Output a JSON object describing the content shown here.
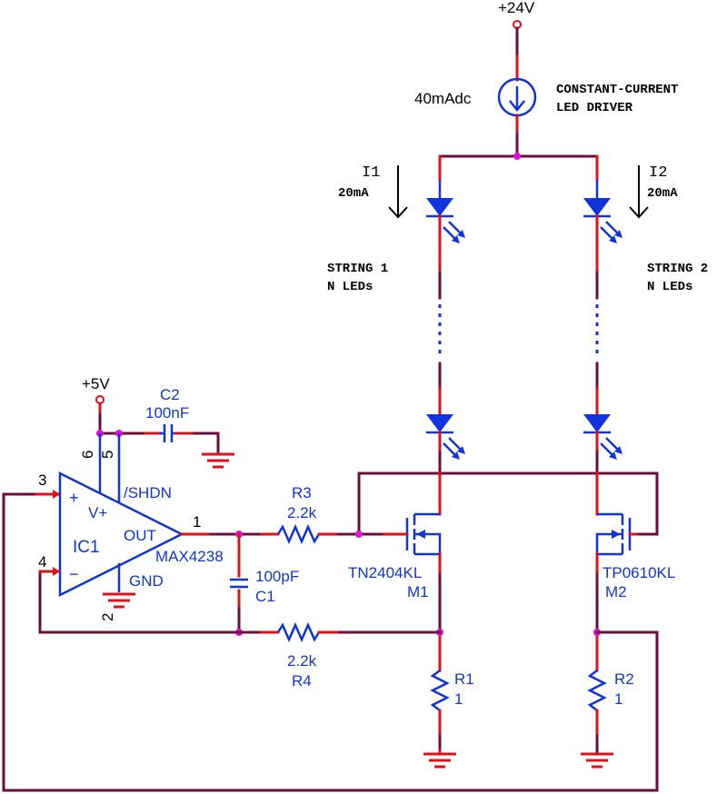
{
  "supply": {
    "v24": "+24V",
    "v5": "+5V"
  },
  "driver": {
    "current": "40mAdc",
    "title_line1": "CONSTANT-CURRENT",
    "title_line2": "LED DRIVER"
  },
  "currents": {
    "i1": {
      "name": "I1",
      "value": "20mA"
    },
    "i2": {
      "name": "I2",
      "value": "20mA"
    }
  },
  "strings": {
    "s1": {
      "line1": "STRING 1",
      "line2": "N LEDs"
    },
    "s2": {
      "line1": "STRING 2",
      "line2": "N LEDs"
    }
  },
  "opamp": {
    "ref": "IC1",
    "part": "MAX4238",
    "vplus": "V+",
    "shdn": "/SHDN",
    "out": "OUT",
    "gnd": "GND",
    "plus": "+",
    "minus": "−",
    "pins": {
      "p1": "1",
      "p2": "2",
      "p3": "3",
      "p4": "4",
      "p5": "5",
      "p6": "6"
    }
  },
  "c2": {
    "ref": "C2",
    "value": "100nF"
  },
  "c1": {
    "ref": "C1",
    "value": "100pF"
  },
  "r3": {
    "ref": "R3",
    "value": "2.2k"
  },
  "r4": {
    "ref": "R4",
    "value": "2.2k"
  },
  "r1": {
    "ref": "R1",
    "value": "1"
  },
  "r2": {
    "ref": "R2",
    "value": "1"
  },
  "m1": {
    "ref": "M1",
    "part": "TN2404KL"
  },
  "m2": {
    "ref": "M2",
    "part": "TP0610KL"
  },
  "colors": {
    "wire": "#6b0f3a",
    "red_wire": "#e0101a",
    "component": "#1133dd",
    "node": "#e010e0",
    "text": "#000000"
  }
}
